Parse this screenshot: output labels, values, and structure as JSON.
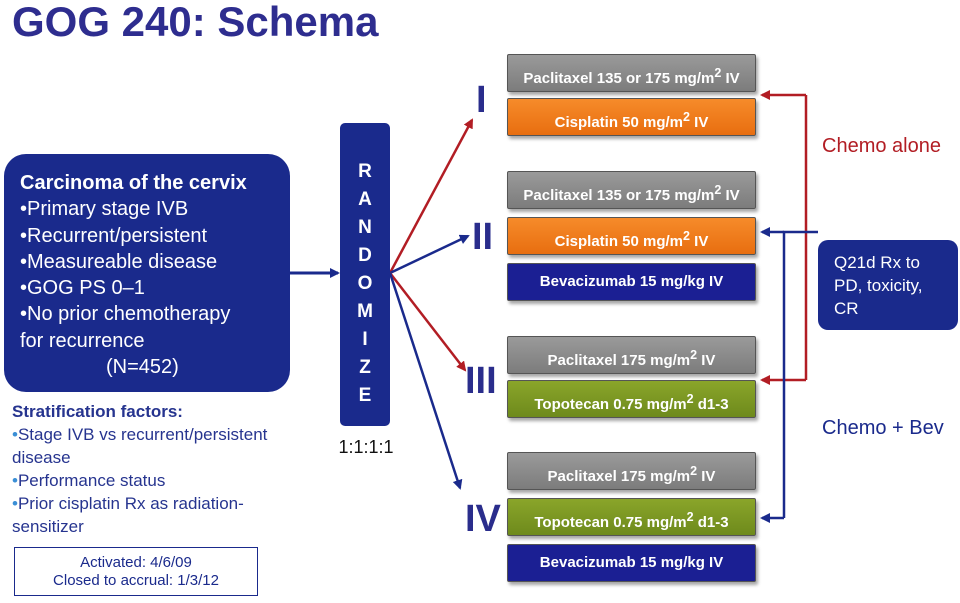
{
  "title": "GOG 240: Schema",
  "eligibility": {
    "heading": "Carcinoma of the cervix",
    "items": [
      "•Primary stage IVB",
      "•Recurrent/persistent",
      "•Measureable disease",
      "•GOG PS 0–1",
      "•No prior chemotherapy"
    ],
    "continuation": "for recurrence",
    "n": "(N=452)"
  },
  "randomize": {
    "letters": [
      "R",
      "A",
      "N",
      "D",
      "O",
      "M",
      "I",
      "Z",
      "E"
    ],
    "ratio": "1:1:1:1"
  },
  "stratification": {
    "heading": "Stratification factors:",
    "items": [
      [
        "Stage IVB vs recurrent/persistent",
        "disease"
      ],
      [
        "Performance status"
      ],
      [
        "Prior cisplatin Rx as radiation-",
        "sensitizer"
      ]
    ]
  },
  "dates": {
    "activated": "Activated: 4/6/09",
    "closed": "Closed to accrual: 1/3/12"
  },
  "arms": [
    {
      "label": "I",
      "drugs": [
        {
          "text": "Paclitaxel 135 or 175 mg/m",
          "sup": "2",
          "tail": " IV",
          "color": "gray"
        },
        {
          "text": "Cisplatin 50 mg/m",
          "sup": "2",
          "tail": " IV",
          "color": "orange"
        }
      ]
    },
    {
      "label": "II",
      "drugs": [
        {
          "text": "Paclitaxel 135 or 175 mg/m",
          "sup": "2",
          "tail": " IV",
          "color": "gray"
        },
        {
          "text": "Cisplatin 50 mg/m",
          "sup": "2",
          "tail": " IV",
          "color": "orange"
        },
        {
          "text": "Bevacizumab 15 mg/kg IV",
          "sup": "",
          "tail": "",
          "color": "navy"
        }
      ]
    },
    {
      "label": "III",
      "drugs": [
        {
          "text": "Paclitaxel 175 mg/m",
          "sup": "2",
          "tail": " IV",
          "color": "gray"
        },
        {
          "text": "Topotecan 0.75 mg/m",
          "sup": "2",
          "tail": " d1-3",
          "color": "olive"
        }
      ]
    },
    {
      "label": "IV",
      "drugs": [
        {
          "text": "Paclitaxel 175 mg/m",
          "sup": "2",
          "tail": " IV",
          "color": "gray"
        },
        {
          "text": "Topotecan 0.75 mg/m",
          "sup": "2",
          "tail": " d1-3",
          "color": "olive"
        },
        {
          "text": "Bevacizumab 15 mg/kg IV",
          "sup": "",
          "tail": "",
          "color": "navy"
        }
      ]
    }
  ],
  "schedule": [
    "Q21d Rx to",
    "PD, toxicity,",
    "CR"
  ],
  "groups": {
    "chemo_alone": "Chemo alone",
    "chemo_bev": "Chemo + Bev"
  },
  "colors": {
    "navy": "#1a2a8c",
    "red": "#b21d24",
    "title": "#2e2d8f"
  }
}
